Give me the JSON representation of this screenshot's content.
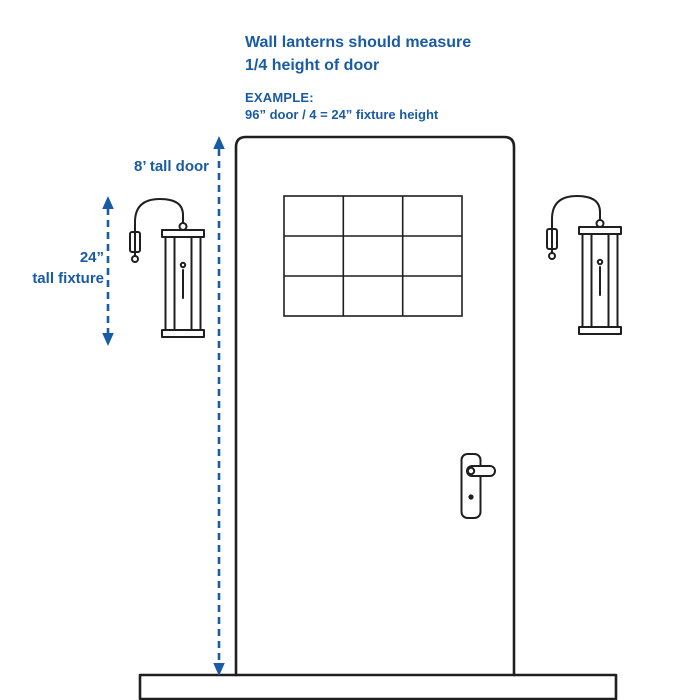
{
  "colors": {
    "accent": "#1a5ba6",
    "line": "#1f1f1f"
  },
  "title": {
    "line1": "Wall lanterns should measure",
    "line2": "1/4 height of door"
  },
  "example": {
    "heading": "EXAMPLE:",
    "formula": "96” door / 4 = 24” fixture height"
  },
  "dimensions": {
    "door_label": "8’ tall door",
    "fixture_label_line1": "24”",
    "fixture_label_line2": "tall fixture"
  }
}
